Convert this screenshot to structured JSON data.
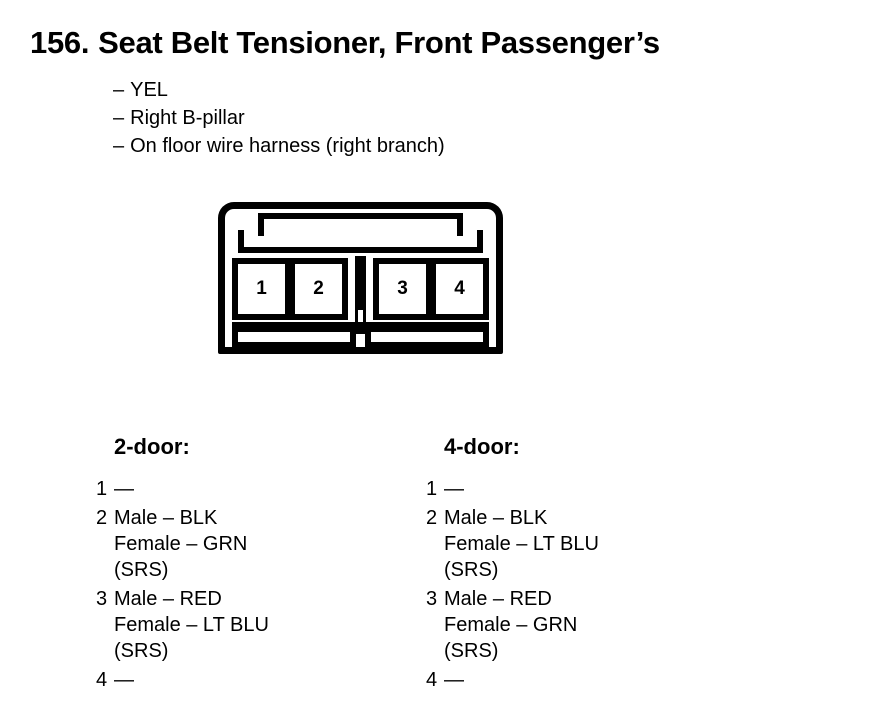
{
  "page": {
    "number": "156.",
    "title": "Seat Belt Tensioner, Front Passenger’s",
    "notes": [
      {
        "dash": "–",
        "text": "YEL"
      },
      {
        "dash": "–",
        "text": "Right B-pillar"
      },
      {
        "dash": "–",
        "text": "On floor wire harness (right branch)"
      }
    ]
  },
  "connector": {
    "pins": [
      {
        "label": "1"
      },
      {
        "label": "2"
      },
      {
        "label": "3"
      },
      {
        "label": "4"
      }
    ]
  },
  "columns": [
    {
      "heading": "2-door:",
      "entries": [
        {
          "no": "1",
          "lines": [
            "—"
          ]
        },
        {
          "no": "2",
          "lines": [
            "Male – BLK",
            "Female – GRN",
            "(SRS)"
          ]
        },
        {
          "no": "3",
          "lines": [
            "Male – RED",
            "Female – LT BLU",
            "(SRS)"
          ]
        },
        {
          "no": "4",
          "lines": [
            "—"
          ]
        }
      ]
    },
    {
      "heading": "4-door:",
      "entries": [
        {
          "no": "1",
          "lines": [
            "—"
          ]
        },
        {
          "no": "2",
          "lines": [
            "Male – BLK",
            "Female – LT BLU",
            "(SRS)"
          ]
        },
        {
          "no": "3",
          "lines": [
            "Male – RED",
            "Female – GRN",
            "(SRS)"
          ]
        },
        {
          "no": "4",
          "lines": [
            "—"
          ]
        }
      ]
    }
  ],
  "colors": {
    "ink": "#000000",
    "background": "#ffffff"
  }
}
